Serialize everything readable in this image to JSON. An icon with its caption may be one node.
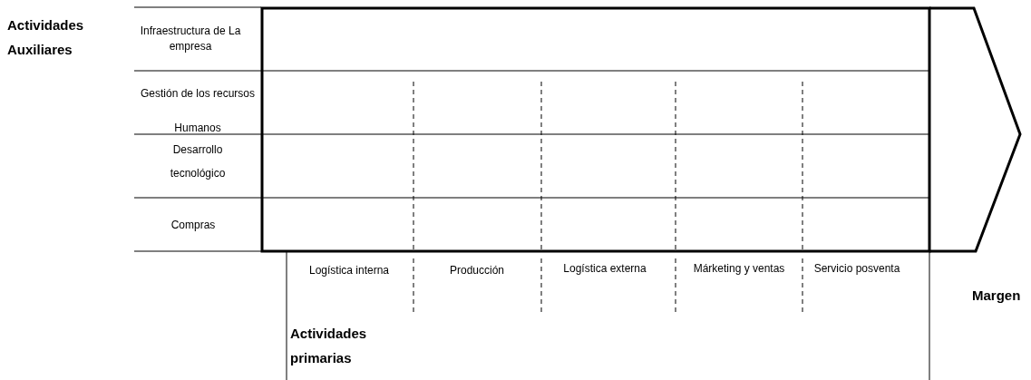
{
  "diagram": {
    "labels": [
      "Actividades Auxiliares",
      "Infraestructura de La empresa",
      "Gestión de los recursos Humanos",
      "Desarrollo tecnológico",
      "Compras",
      "Logística interna",
      "Producción",
      "Logística externa",
      "Márketing y ventas",
      "Servicio posventa",
      "Margen",
      "Actividades primarias"
    ]
  }
}
